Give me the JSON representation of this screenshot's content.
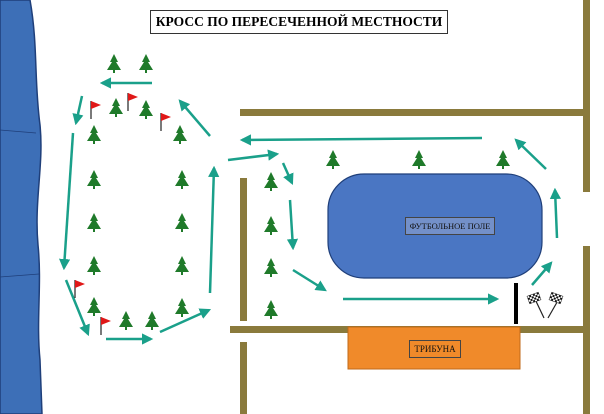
{
  "title": "КРОСС ПО ПЕРЕСЕЧЕННОЙ МЕСТНОСТИ",
  "labels": {
    "field": "ФУТБОЛЬНОЕ ПОЛЕ",
    "stand": "ТРИБУНА"
  },
  "icons": {
    "tree": "fir-tree-icon",
    "flag": "red-flag-icon",
    "finish": "checkered-flags-icon"
  },
  "colors": {
    "river": "#3d6fb7",
    "river_edge": "#1f3f7a",
    "tree": "#1f7a2a",
    "flag": "#e01818",
    "arrow": "#1aa08a",
    "fence": "#8a7a3c",
    "field": "#4a76c3",
    "stand": "#f08a2a"
  }
}
